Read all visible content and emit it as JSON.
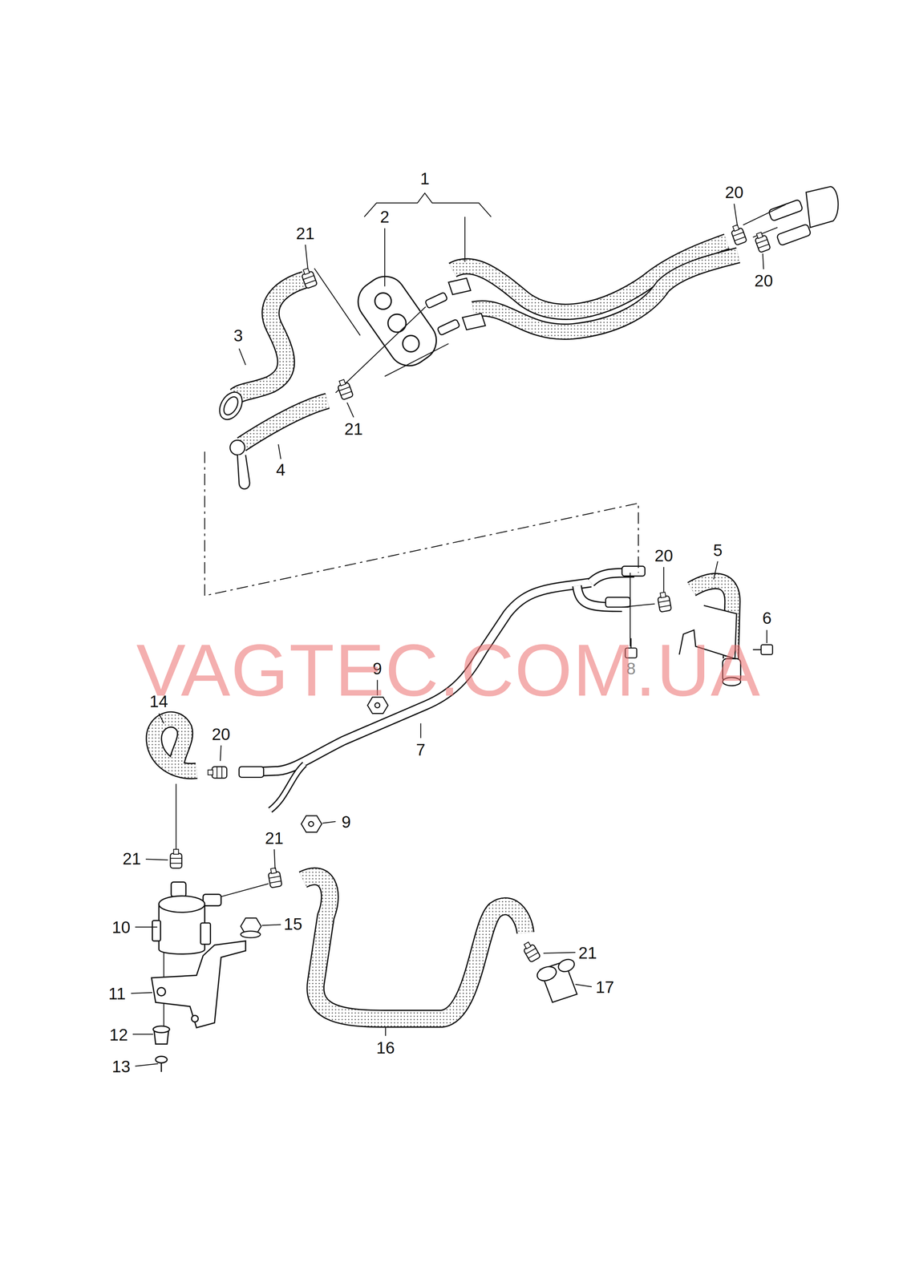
{
  "diagram": {
    "labels": [
      "1",
      "2",
      "20",
      "21",
      "20",
      "3",
      "21",
      "4",
      "5",
      "20",
      "6",
      "8",
      "9",
      "VAGTEC.COM.UA",
      "14",
      "20",
      "7",
      "9",
      "21",
      "21",
      "15",
      "10",
      "21",
      "11",
      "17",
      "12",
      "16",
      "13"
    ]
  }
}
